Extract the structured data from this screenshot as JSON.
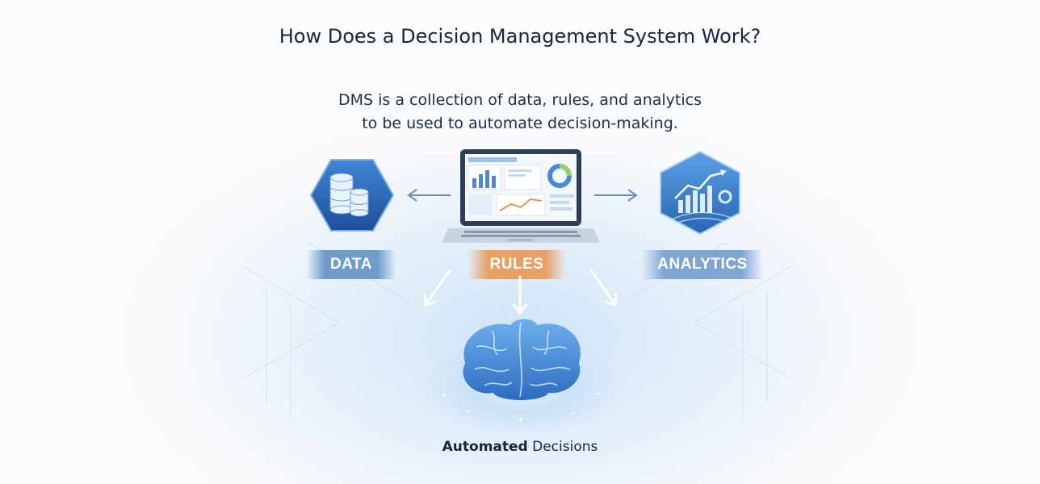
{
  "title": "How Does a Decision Management System Work?",
  "subtitle_line1": "DMS is a collection of data, rules, and analytics",
  "subtitle_line2": "to be used to automate decision-making.",
  "labels": {
    "data": "DATA",
    "rules": "RULES",
    "analytics": "ANALYTICS"
  },
  "caption_bold": "Automated",
  "caption_rest": " Decisions",
  "colors": {
    "title": "#14273f",
    "data_label": "#6f9ccd",
    "rules_label": "#e9a063",
    "analytics_label": "#7ea6d3",
    "hex_fill": "#2f6fc0"
  },
  "icons": [
    "database-icon",
    "laptop-dashboard-icon",
    "analytics-chart-icon",
    "brain-icon",
    "gear-icon"
  ]
}
